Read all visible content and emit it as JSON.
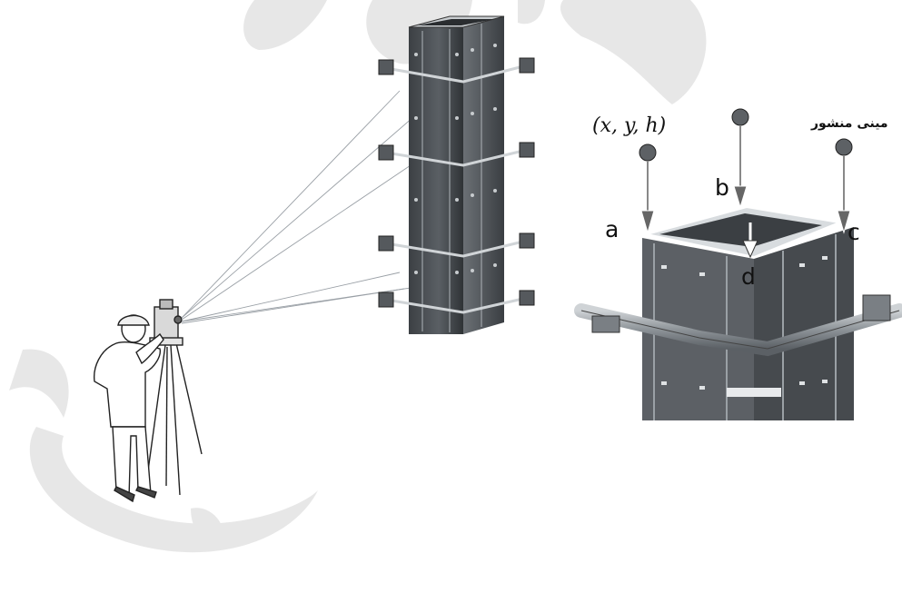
{
  "coordinate_label": "(x, y, h)",
  "prism_label": "مینی منشور",
  "point_labels": {
    "a": "a",
    "b": "b",
    "c": "c",
    "d": "d"
  },
  "colors": {
    "formwork": "#4e5256",
    "formwork_light": "#8a9096",
    "watermark": "#e6e6e6"
  }
}
